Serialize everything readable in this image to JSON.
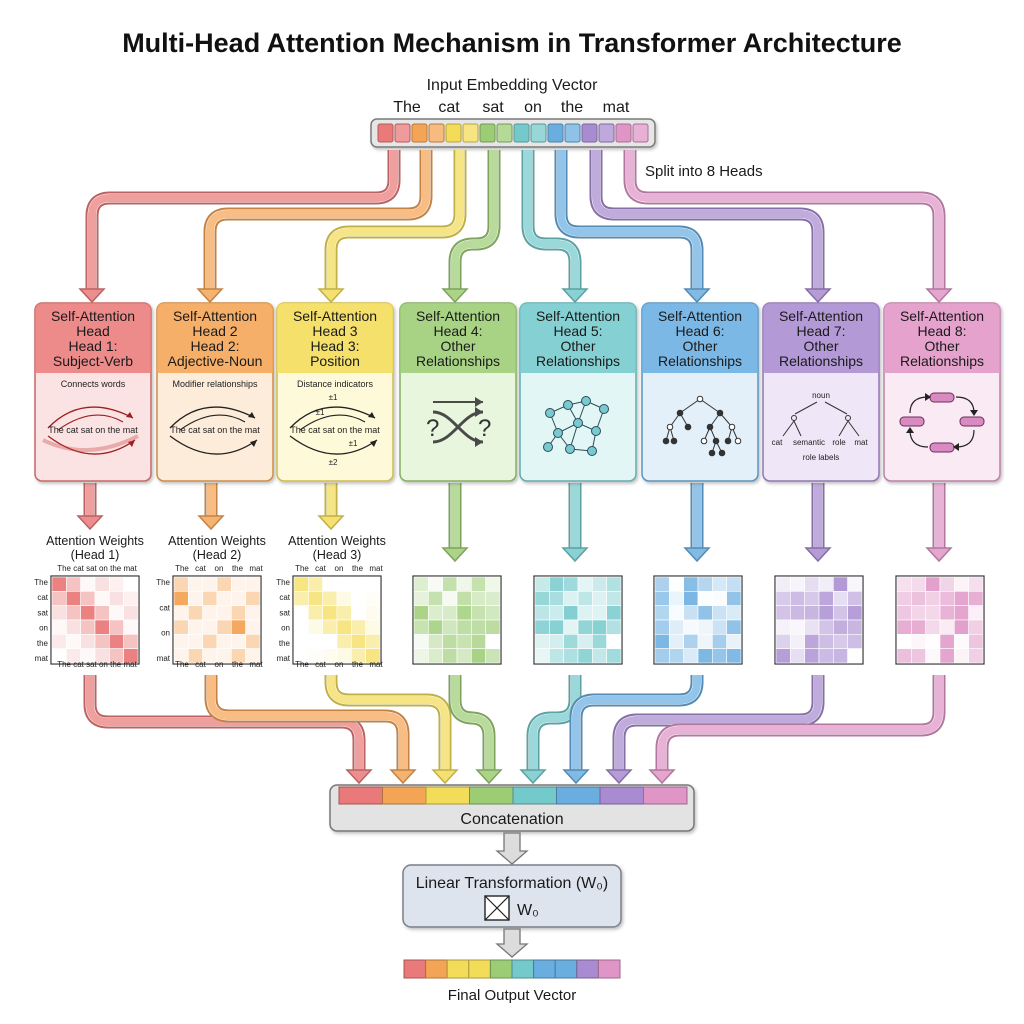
{
  "title": "Multi-Head Attention Mechanism in Transformer Architecture",
  "input": {
    "label": "Input Embedding Vector",
    "tokens": [
      "The",
      "cat",
      "sat",
      "on",
      "the",
      "mat"
    ],
    "split_label": "Split into 8 Heads"
  },
  "colors": {
    "heads": [
      "#ea7a7a",
      "#f4a455",
      "#f3dc58",
      "#9ccc74",
      "#74c9cb",
      "#6aaee0",
      "#a88bd0",
      "#df95c6"
    ],
    "fills": [
      "#f9d2d2",
      "#fde0c4",
      "#fdf4bf",
      "#d9efc7",
      "#cdeff0",
      "#cfe5f7",
      "#e3d6f1",
      "#f6d8ea"
    ],
    "body_fills": [
      "#fbe3e3",
      "#fdecd9",
      "#fef9d9",
      "#e8f6dd",
      "#e2f6f6",
      "#e3f0fa",
      "#efe7f7",
      "#faeaf3"
    ]
  },
  "heads": [
    {
      "title_lines": [
        "Self-Attention",
        "Head",
        "Head 1:",
        "Subject-Verb"
      ],
      "caption": "Connects words",
      "sentence": "The cat sat on the mat",
      "icon": "arc-arrows-icon"
    },
    {
      "title_lines": [
        "Self-Attention",
        "Head 2",
        "Head 2:",
        "Adjective-Noun"
      ],
      "caption": "Modifier relationships",
      "sentence": "The cat sat on the mat",
      "icon": "arc-arrows-icon"
    },
    {
      "title_lines": [
        "Self-Attention",
        "Head 3",
        "Head 3:",
        "Position"
      ],
      "caption": "Distance indicators",
      "sentence": "The cat sat on the mat",
      "marks": [
        "±1",
        "±1",
        "±1",
        "±2"
      ],
      "icon": "arc-arrows-icon"
    },
    {
      "title_lines": [
        "Self-Attention",
        "Head 4:",
        "Other",
        "Relationships"
      ],
      "icon": "question-cross-icon"
    },
    {
      "title_lines": [
        "Self-Attention",
        "Head 5:",
        "Other",
        "Relationships"
      ],
      "icon": "graph-network-icon"
    },
    {
      "title_lines": [
        "Self-Attention",
        "Head 6:",
        "Other",
        "Relationships"
      ],
      "icon": "tree-icon"
    },
    {
      "title_lines": [
        "Self-Attention",
        "Head 7:",
        "Other",
        "Relationships"
      ],
      "icon": "semantic-tree-icon",
      "tree": {
        "root": "noun",
        "leaves": [
          "cat",
          "semantic",
          "role",
          "mat"
        ],
        "note": "role labels"
      }
    },
    {
      "title_lines": [
        "Self-Attention",
        "Head 8:",
        "Other",
        "Relationships"
      ],
      "icon": "cycle-icon"
    }
  ],
  "weights": {
    "labels": [
      [
        "Attention Weights",
        "(Head 1)"
      ],
      [
        "Attention Weights",
        "(Head 2)"
      ],
      [
        "Attention Weights",
        "(Head 3)"
      ]
    ],
    "head1": {
      "top": "The cat sat on the mat",
      "bottom": "The cat sat on the mat",
      "rows": [
        "The",
        "cat",
        "sat",
        "on",
        "the",
        "mat"
      ]
    },
    "head2": {
      "top": [
        "The",
        "cat",
        "on",
        "the",
        "mat"
      ],
      "bottom": [
        "The",
        "cat",
        "on",
        "the",
        "mat"
      ],
      "rows": [
        "The",
        "cat",
        "on",
        "mat"
      ]
    },
    "head3": {
      "top": [
        "The",
        "cat",
        "on",
        "the",
        "mat"
      ],
      "bottom": [
        "The",
        "cat",
        "on",
        "the",
        "mat"
      ],
      "rows": [
        "The",
        "cat",
        "sat",
        "on",
        "the",
        "mat"
      ]
    }
  },
  "concat_label": "Concatenation",
  "linear": {
    "label": "Linear Transformation (W₀)",
    "matrix_label": "W₀"
  },
  "output_label": "Final Output Vector"
}
